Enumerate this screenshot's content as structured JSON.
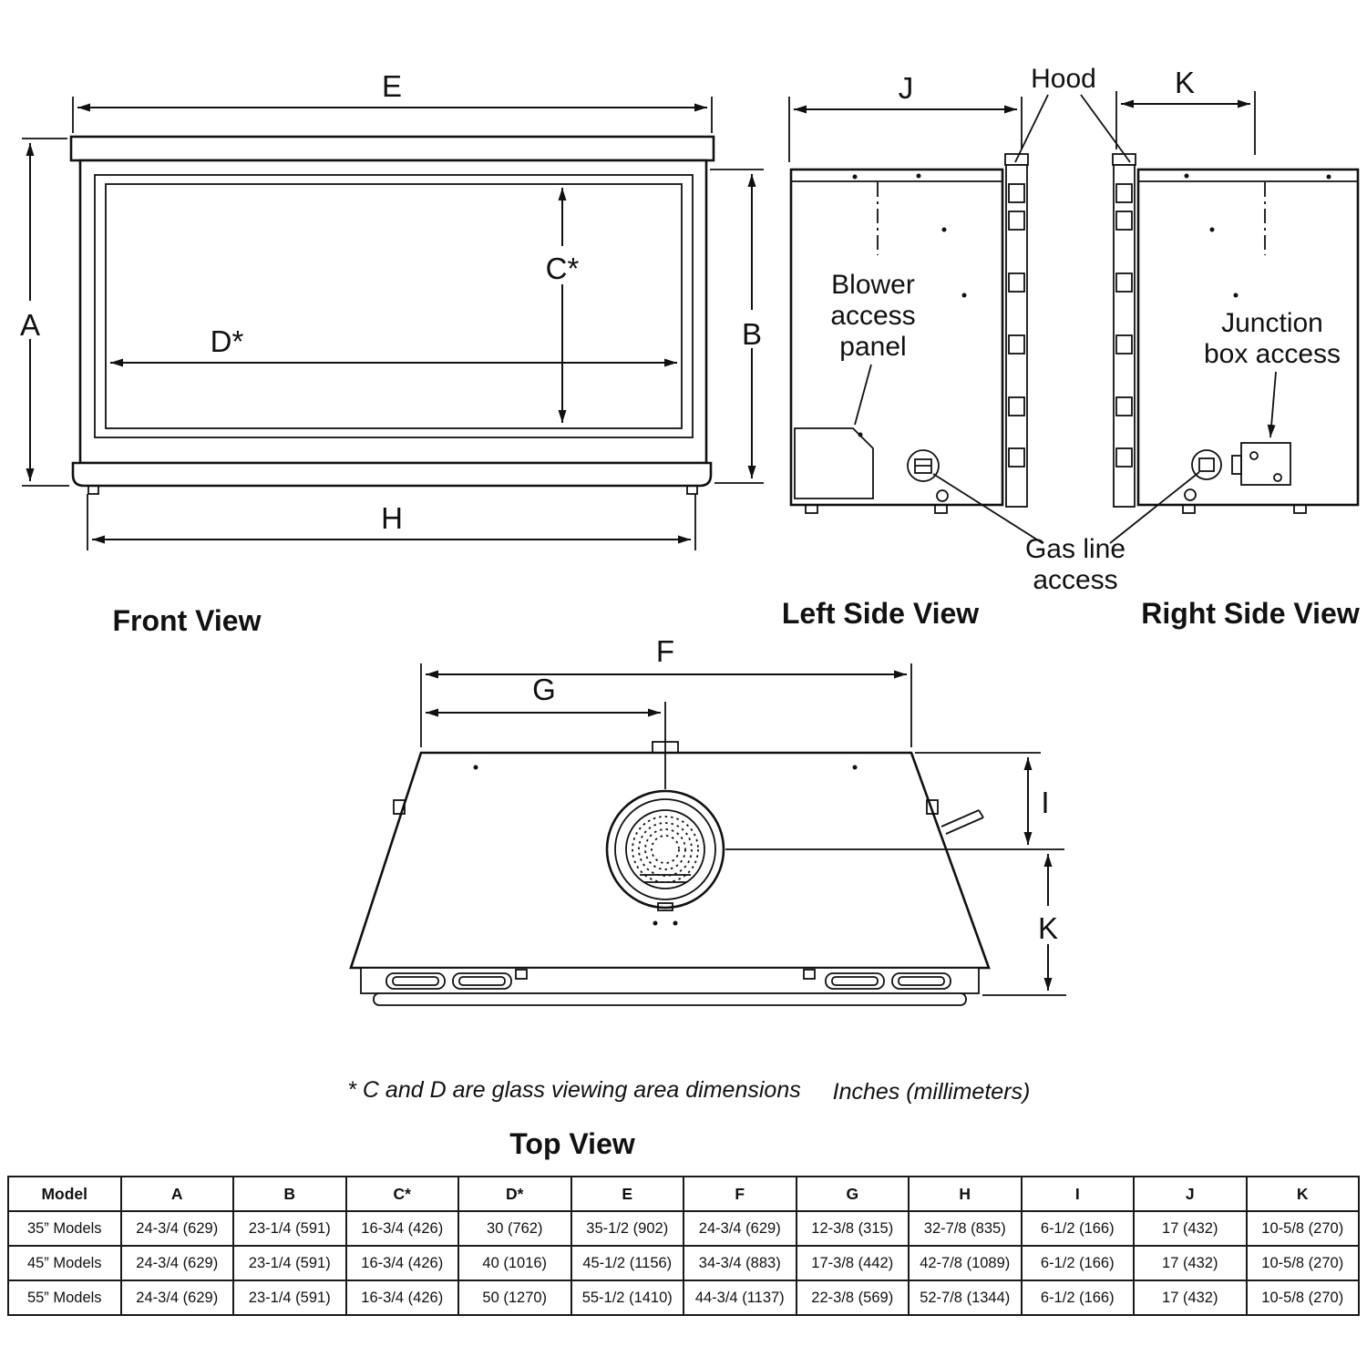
{
  "drawing": {
    "front": {
      "title": "Front View",
      "dim_A": "A",
      "dim_B": "B",
      "dim_C": "C*",
      "dim_D": "D*",
      "dim_E": "E",
      "dim_H": "H"
    },
    "left_side": {
      "title": "Left Side View",
      "dim_J": "J",
      "blower_line1": "Blower",
      "blower_line2": "access",
      "blower_line3": "panel"
    },
    "right_side": {
      "title": "Right Side View",
      "dim_K": "K",
      "junction_line1": "Junction",
      "junction_line2": "box access"
    },
    "shared": {
      "hood_label": "Hood",
      "gas_line1": "Gas line",
      "gas_line2": "access"
    },
    "top": {
      "title": "Top View",
      "dim_F": "F",
      "dim_G": "G",
      "dim_I": "I",
      "dim_K": "K"
    }
  },
  "notes": {
    "glass_note": "* C and D are glass viewing area dimensions",
    "units_note": "Inches (millimeters)"
  },
  "table": {
    "headers": [
      "Model",
      "A",
      "B",
      "C*",
      "D*",
      "E",
      "F",
      "G",
      "H",
      "I",
      "J",
      "K"
    ],
    "rows": [
      [
        "35” Models",
        "24-3/4 (629)",
        "23-1/4 (591)",
        "16-3/4 (426)",
        "30 (762)",
        "35-1/2 (902)",
        "24-3/4 (629)",
        "12-3/8 (315)",
        "32-7/8 (835)",
        "6-1/2 (166)",
        "17 (432)",
        "10-5/8 (270)"
      ],
      [
        "45” Models",
        "24-3/4 (629)",
        "23-1/4 (591)",
        "16-3/4 (426)",
        "40 (1016)",
        "45-1/2 (1156)",
        "34-3/4 (883)",
        "17-3/8 (442)",
        "42-7/8 (1089)",
        "6-1/2 (166)",
        "17 (432)",
        "10-5/8 (270)"
      ],
      [
        "55” Models",
        "24-3/4 (629)",
        "23-1/4 (591)",
        "16-3/4 (426)",
        "50 (1270)",
        "55-1/2 (1410)",
        "44-3/4 (1137)",
        "22-3/8 (569)",
        "52-7/8 (1344)",
        "6-1/2 (166)",
        "17 (432)",
        "10-5/8 (270)"
      ]
    ]
  },
  "colors": {
    "ink": "#111111",
    "background": "#ffffff"
  }
}
